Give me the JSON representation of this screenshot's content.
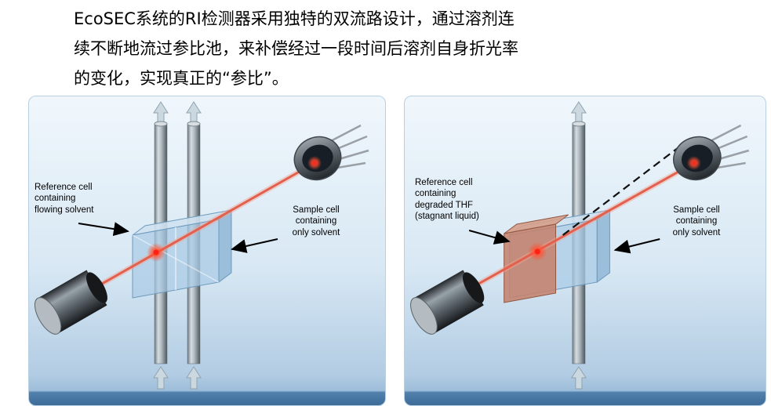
{
  "intro": {
    "line1": "EcoSEC系统的RI检测器采用独特的双流路设计，通过溶剂连",
    "line2": "续不断地流过参比池，来补偿经过一段时间后溶剂自身折光率",
    "line3": "的变化，实现真正的“参比”。"
  },
  "left_diagram": {
    "reference_cell_label": "Reference cell\ncontaining\nflowing solvent",
    "sample_cell_label": "Sample cell\ncontaining\nonly solvent",
    "reference_cell_color": "#a9cbe6",
    "sample_cell_color": "#a9cbe6",
    "beam_color": "#e4604e"
  },
  "right_diagram": {
    "reference_cell_label": "Reference cell\ncontaining\ndegraded THF\n(stagnant liquid)",
    "sample_cell_label": "Sample cell\ncontaining\nonly solvent",
    "reference_cell_color": "#c5826d",
    "sample_cell_color": "#a9cbe6",
    "beam_color": "#e4604e"
  },
  "colors": {
    "panel_background_top": "#f0f7fc",
    "panel_footer_band": "#3c6b98",
    "label_text": "#000000",
    "flow_arrow_fill": "#ccd8e0"
  }
}
